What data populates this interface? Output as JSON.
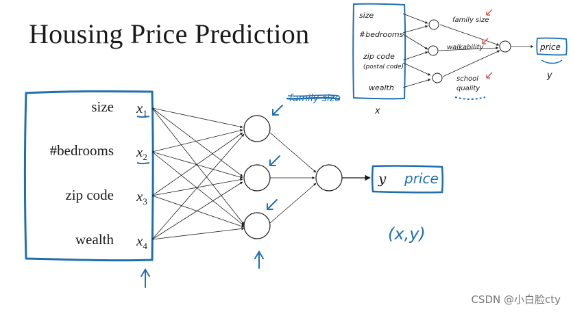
{
  "title": "Housing Price Prediction",
  "features": [
    {
      "label": "size",
      "var": "x",
      "sub": "1"
    },
    {
      "label": "#bedrooms",
      "var": "x",
      "sub": "2"
    },
    {
      "label": "zip code",
      "var": "x",
      "sub": "3"
    },
    {
      "label": "wealth",
      "var": "x",
      "sub": "4"
    }
  ],
  "output": {
    "var": "y",
    "label": "price"
  },
  "crossed_out_note": "family size",
  "pair_note": "(x,y)",
  "inset": {
    "inputs": [
      "size",
      "#bedrooms",
      "zip code",
      "(postal code)",
      "wealth"
    ],
    "hidden": [
      "family size",
      "walkability",
      "school",
      "quality"
    ],
    "output": "price",
    "x_label": "x",
    "y_label": "y"
  },
  "watermark": "CSDN @小白脸cty",
  "colors": {
    "ink": "#1a1a1a",
    "hand_blue": "#1f6fb0",
    "arrow_red": "#d9534f"
  }
}
